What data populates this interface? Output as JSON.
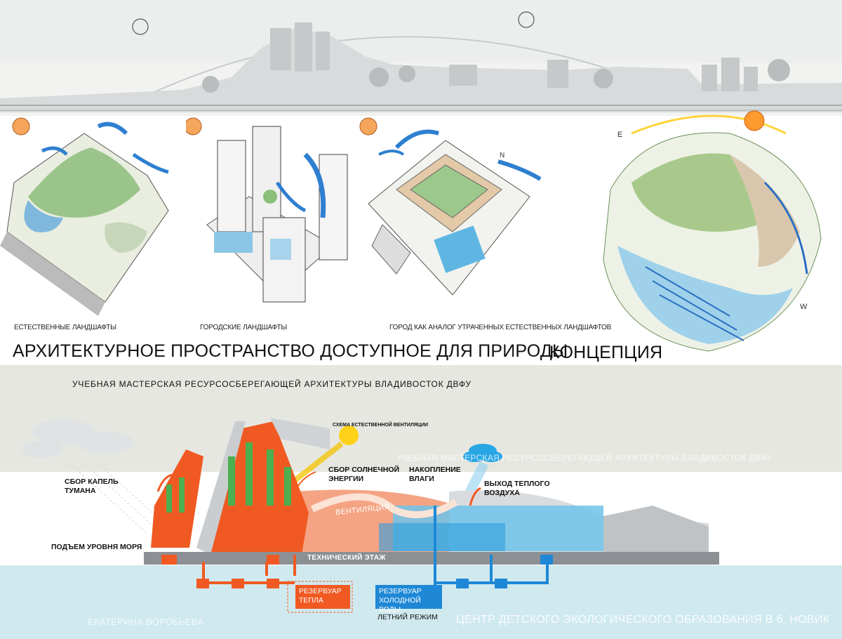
{
  "captions": {
    "natural": "ЕСТЕСТВЕННЫЕ ЛАНДШАФТЫ",
    "urban": "ГОРОДСКИЕ ЛАНДШАФТЫ",
    "city_analog": "ГОРОД  КАК АНАЛОГ УТРАЧЕННЫХ ЕСТЕСТВЕННЫХ ЛАНДШАФТОВ"
  },
  "titles": {
    "main": "АРХИТЕКТУРНОЕ ПРОСТРАНСТВО  ДОСТУПНОЕ ДЛЯ ПРИРОДЫ",
    "concept": "КОНЦЕПЦИЯ"
  },
  "subtitle": "УЧЕБНАЯ МАСТЕРСКАЯ РЕСУРСОСБЕРЕГАЮЩЕЙ АРХИТЕКТУРЫ  ВЛАДИВОСТОК  ДВФУ",
  "ghost": {
    "workshop": "УЧЕБНАЯ МАСТЕРСКАЯ РЕСУРСОСБЕРЕГАЮЩЕЙ АРХИТЕКТУРЫ  ВЛАДИВОСТОК  ДВФУ",
    "author": "ЕКАТЕРИНА ВОРОБЬЕВА",
    "center": "ЦЕНТР ДЕТСКОГО ЭКОЛОГИЧЕСКОГО ОБРАЗОВАНИЯ  В б. НОВИК"
  },
  "labels": {
    "ventilation_scheme": "СХЕМА ЕСТЕСТВЕННОЙ ВЕНТИЛЯЦИИ",
    "fog_1": "СБОР КАПЕЛЬ",
    "fog_2": "ТУМАНА",
    "solar_1": "СБОР СОЛНЕЧНОЙ",
    "solar_2": "ЭНЕРГИИ",
    "moisture_1": "НАКОПЛЕНИЕ",
    "moisture_2": "ВЛАГИ",
    "warm_1": "ВЫХОД ТЕПЛОГО",
    "warm_2": "ВОЗДУХА",
    "sea_level": "ПОДЪЕМ УРОВНЯ МОРЯ",
    "ventilation": "ВЕНТИЛЯЦИЯ",
    "tech_floor": "ТЕХНИЧЕСКИЙ ЭТАЖ",
    "heat_tank_1": "РЕЗЕРВУАР",
    "heat_tank_2": "ТЕПЛА",
    "cold_tank_1": "РЕЗЕРВУАР",
    "cold_tank_2": "ХОЛОДНОЙ ВОДЫ",
    "summer_mode": "ЛЕТНИЙ РЕЖИМ"
  },
  "compass": {
    "n": "N",
    "e": "E",
    "w": "W"
  },
  "colors": {
    "orange": "#f05a22",
    "blue": "#1e88d6",
    "light_blue": "#8fd0ef",
    "green": "#4caf50",
    "sun": "#ffd21a",
    "band": "#e6e7e0",
    "water": "#cfe9ef"
  }
}
